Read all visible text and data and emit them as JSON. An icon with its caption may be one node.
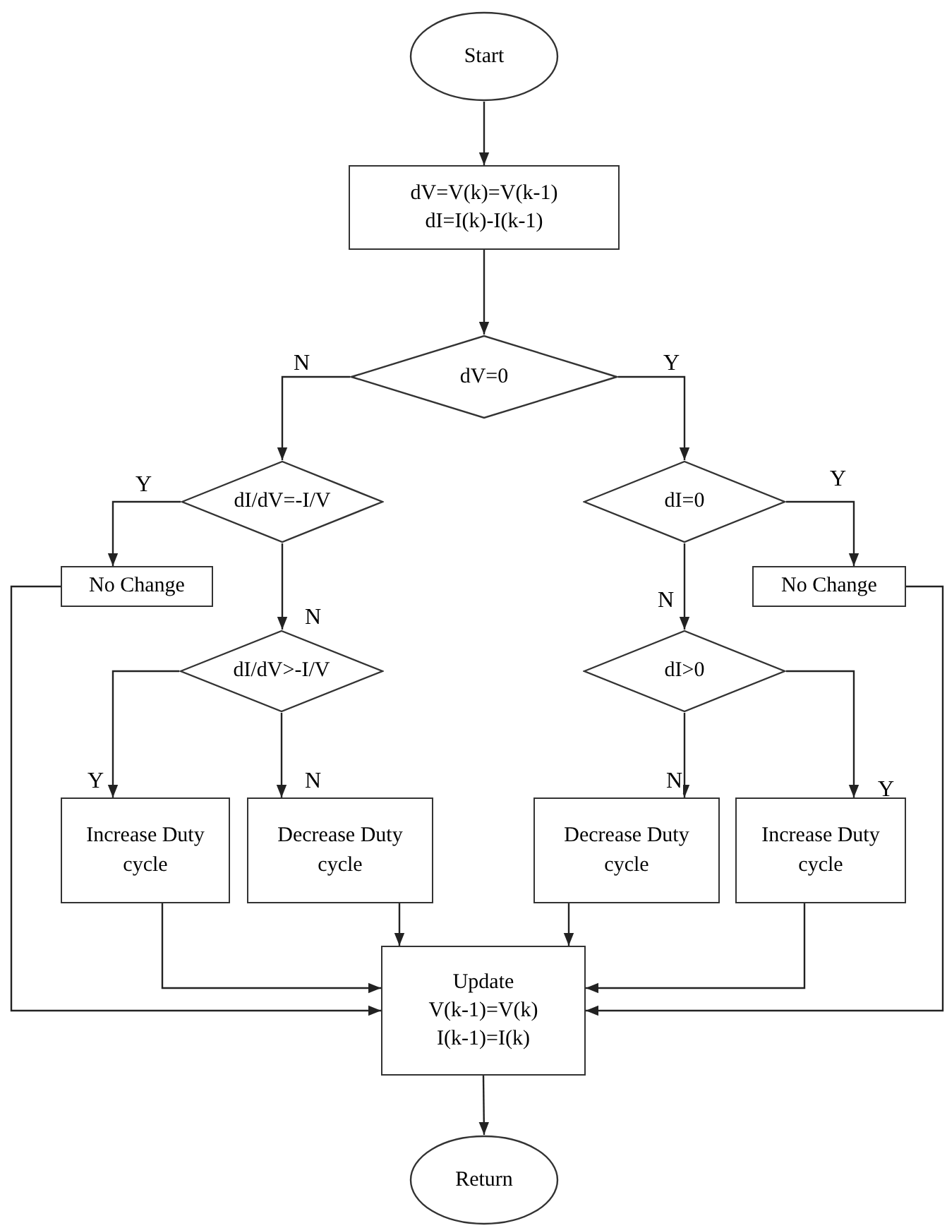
{
  "diagram": {
    "nodes": [
      {
        "text": [
          "Start"
        ]
      },
      {
        "text": [
          "dV=V(k)=V(k-1)",
          "dI=I(k)-I(k-1)"
        ]
      },
      {
        "text": [
          "dV=0"
        ]
      },
      {
        "text": [
          "dI/dV=-I/V"
        ]
      },
      {
        "text": [
          "dI=0"
        ]
      },
      {
        "text": [
          "No Change"
        ]
      },
      {
        "text": [
          "No Change"
        ]
      },
      {
        "text": [
          "dI/dV>-I/V"
        ]
      },
      {
        "text": [
          "dI>0"
        ]
      },
      {
        "text": [
          "Increase Duty cycle"
        ]
      },
      {
        "text": [
          "Decrease Duty cycle"
        ]
      },
      {
        "text": [
          "Decrease Duty cycle"
        ]
      },
      {
        "text": [
          "Increase Duty cycle"
        ]
      },
      {
        "text": [
          "Update",
          "V(k-1)=V(k)",
          "I(k-1)=I(k)"
        ]
      },
      {
        "text": [
          "Return"
        ]
      }
    ],
    "edges": [
      {
        "from": 0,
        "to": 1,
        "arrow": "to"
      },
      {
        "from": 1,
        "to": 2,
        "arrow": "to"
      },
      {
        "from": 2,
        "to": 3,
        "label": "N",
        "arrow": "to"
      },
      {
        "from": 2,
        "to": 4,
        "label": "Y",
        "arrow": "to"
      },
      {
        "from": 3,
        "to": 5,
        "label": "Y",
        "arrow": "to"
      },
      {
        "from": 3,
        "to": 7,
        "label": "N",
        "arrow": "to"
      },
      {
        "from": 4,
        "to": 6,
        "label": "Y",
        "arrow": "to"
      },
      {
        "from": 4,
        "to": 8,
        "label": "N",
        "arrow": "to"
      },
      {
        "from": 7,
        "to": 9,
        "label": "Y",
        "arrow": "to"
      },
      {
        "from": 7,
        "to": 10,
        "label": "N",
        "arrow": "to"
      },
      {
        "from": 8,
        "to": 11,
        "label": "N",
        "arrow": "to"
      },
      {
        "from": 8,
        "to": 12,
        "label": "Y",
        "arrow": "to"
      },
      {
        "from": 5,
        "to": 13,
        "arrow": "to"
      },
      {
        "from": 9,
        "to": 13,
        "arrow": "to"
      },
      {
        "from": 10,
        "to": 13,
        "arrow": "to"
      },
      {
        "from": 11,
        "to": 13,
        "arrow": "to"
      },
      {
        "from": 12,
        "to": 13,
        "arrow": "to"
      },
      {
        "from": 6,
        "to": 13,
        "arrow": "to"
      },
      {
        "from": 13,
        "to": 14,
        "arrow": "to"
      }
    ]
  }
}
